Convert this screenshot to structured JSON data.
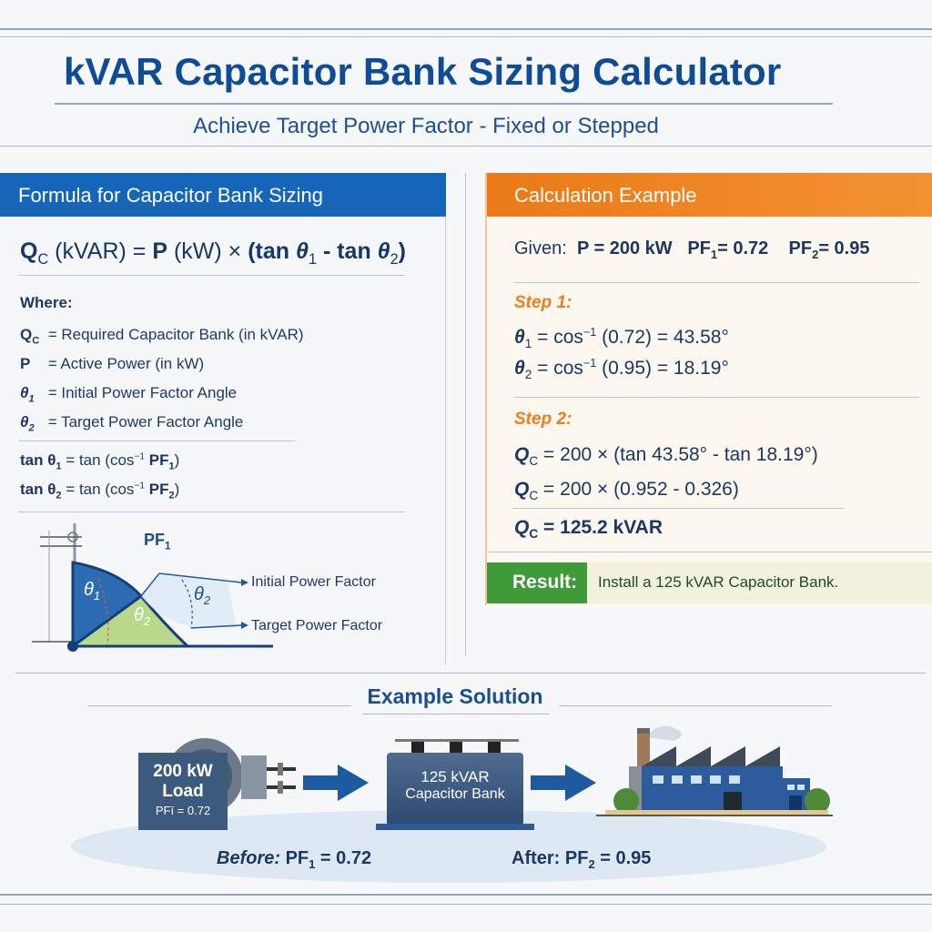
{
  "header": {
    "title": "kVAR Capacitor Bank Sizing Calculator",
    "subtitle": "Achieve Target Power Factor - Fixed or Stepped"
  },
  "formula_panel": {
    "heading": "Formula for Capacitor Bank Sizing",
    "main_formula": {
      "lhs_symbol": "Q",
      "lhs_sub": "C",
      "lhs_unit": " (kVAR) = ",
      "p_symbol": "P",
      "p_unit": " (kW) × ",
      "paren_open": "(tan ",
      "theta1": "θ",
      "theta1_sub": "1",
      "minus": " - tan ",
      "theta2": "θ",
      "theta2_sub": "2",
      "paren_close": ")"
    },
    "where_label": "Where:",
    "definitions": [
      {
        "symbol": "Q",
        "sub": "C",
        "text": " = Required Capacitor Bank (in kVAR)"
      },
      {
        "symbol": "P",
        "sub": "",
        "text": "  = Active Power (in kW)"
      },
      {
        "symbol": "θ",
        "sub": "1",
        "text": " = Initial Power Factor Angle"
      },
      {
        "symbol": "θ",
        "sub": "2",
        "text": " = Target Power Factor Angle"
      }
    ],
    "tan_relations": [
      {
        "lhs": "tan θ",
        "lhs_sub": "1",
        "rhs": " = tan (cos",
        "sup": "−1",
        "pf": " PF",
        "pf_sub": "1",
        "close": ")"
      },
      {
        "lhs": "tan θ",
        "lhs_sub": "2",
        "rhs": " = tan (cos",
        "sup": "−1",
        "pf": " PF",
        "pf_sub": "2",
        "close": ")"
      }
    ],
    "diagram": {
      "pf_label": "PF",
      "pf_sub": "1",
      "theta1": "θ",
      "theta1_sub": "1",
      "theta2": "θ",
      "theta2_sub": "2",
      "initial_label": "Initial Power Factor",
      "target_label": "Target Power Factor",
      "colors": {
        "theta1_fill": "#2c6cb5",
        "theta2_fill": "#b9d98a",
        "line": "#163f7a"
      }
    }
  },
  "example_panel": {
    "heading": "Calculation Example",
    "given": {
      "label": "Given:",
      "p": "P = 200 kW",
      "pf1_label": "PF",
      "pf1_sub": "1",
      "pf1_value": "= 0.72",
      "pf2_label": "PF",
      "pf2_sub": "2",
      "pf2_value": "= 0.95"
    },
    "step1": {
      "label": "Step 1:",
      "rows": [
        {
          "sym": "θ",
          "sub": "1",
          "pre": " = cos",
          "sup": "−1",
          "post": " (0.72) = 43.58°"
        },
        {
          "sym": "θ",
          "sub": "2",
          "pre": " = cos",
          "sup": "−1",
          "post": " (0.95) = 18.19°"
        }
      ]
    },
    "step2": {
      "label": "Step 2:",
      "rows": [
        {
          "sym": "Q",
          "sub": "C",
          "text": " = 200 × (tan 43.58°  - tan 18.19°)"
        },
        {
          "sym": "Q",
          "sub": "C",
          "text": " = 200 × (0.952 - 0.326)"
        },
        {
          "sym": "Q",
          "sub": "C",
          "text": " = 125.2 kVAR"
        }
      ]
    },
    "result": {
      "tag": "Result:",
      "text": "Install a 125 kVAR Capacitor Bank."
    }
  },
  "solution": {
    "title": "Example Solution",
    "load": {
      "line1": "200 kW",
      "line2": "Load",
      "line3": "PFī = 0.72"
    },
    "capacitor": {
      "line1": "125 kVAR",
      "line2": "Capacitor Bank"
    },
    "before": {
      "label": "Before:",
      "pf": " PF",
      "sub": "1",
      "value": " = 0.72"
    },
    "after": {
      "label": "After:",
      "pf": " PF",
      "sub": "2",
      "value": " = 0.95"
    }
  },
  "colors": {
    "title_blue": "#0e4c97",
    "formula_header": "#1565b8",
    "example_header": "#ea7a18",
    "result_green": "#3f9a3a",
    "step_orange": "#ea7d1c"
  }
}
